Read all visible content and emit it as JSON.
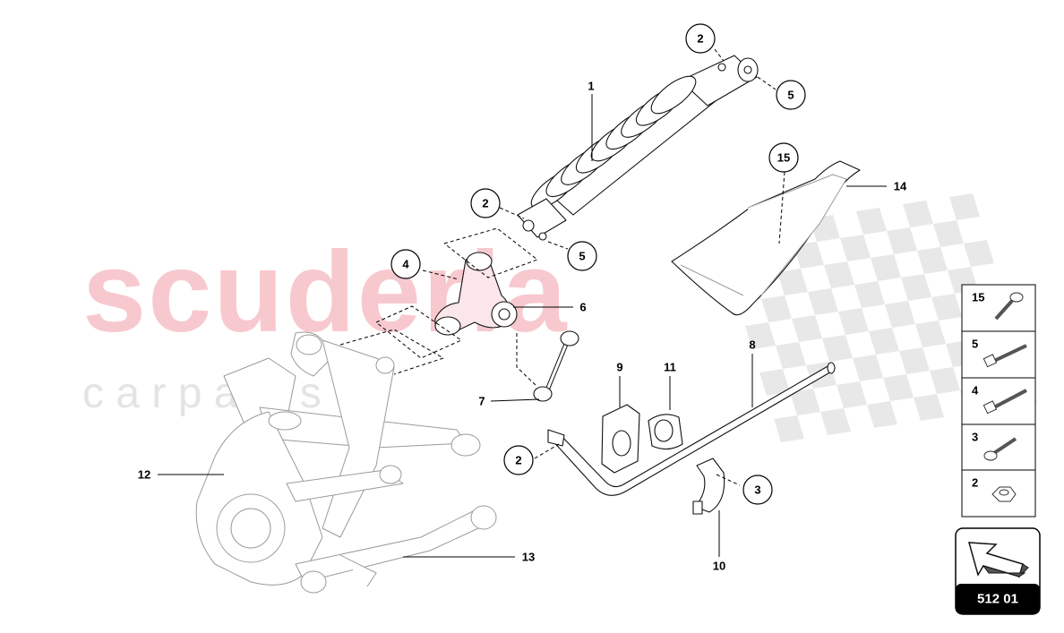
{
  "watermark": {
    "main": "scuderia",
    "sub": "c a r p a r t s"
  },
  "callouts": {
    "c2_top": "2",
    "c5_top": "5",
    "c2_mid": "2",
    "c5_mid": "5",
    "c4": "4",
    "c15": "15",
    "c2_bar": "2",
    "c3": "3"
  },
  "labels": {
    "n1": "1",
    "n6": "6",
    "n7": "7",
    "n8": "8",
    "n9": "9",
    "n10": "10",
    "n11": "11",
    "n12": "12",
    "n13": "13",
    "n14": "14"
  },
  "hardware_panel": {
    "rows": [
      {
        "number": "15",
        "icon": "bolt-icon"
      },
      {
        "number": "5",
        "icon": "bolt-icon"
      },
      {
        "number": "4",
        "icon": "bolt-icon"
      },
      {
        "number": "3",
        "icon": "bolt-icon"
      },
      {
        "number": "2",
        "icon": "nut-icon"
      }
    ]
  },
  "page_badge": {
    "code": "512 01",
    "icon": "arrow-icon"
  },
  "colors": {
    "watermark_red": "#f7c9cf",
    "watermark_grey": "#e4e4e4",
    "badge": "#000000"
  }
}
